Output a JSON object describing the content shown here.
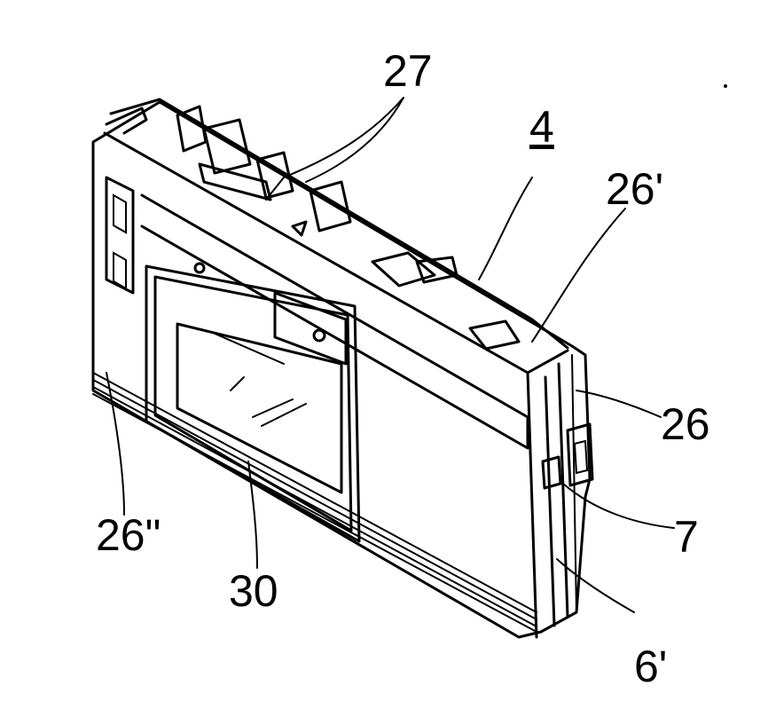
{
  "labels": {
    "ref_27": "27",
    "ref_4": "4",
    "ref_26_prime": "26'",
    "ref_26": "26",
    "ref_7": "7",
    "ref_6_prime": "6'",
    "ref_30": "30",
    "ref_26_double_prime": "26\""
  },
  "colors": {
    "ink": "#000000",
    "paper": "#ffffff"
  }
}
